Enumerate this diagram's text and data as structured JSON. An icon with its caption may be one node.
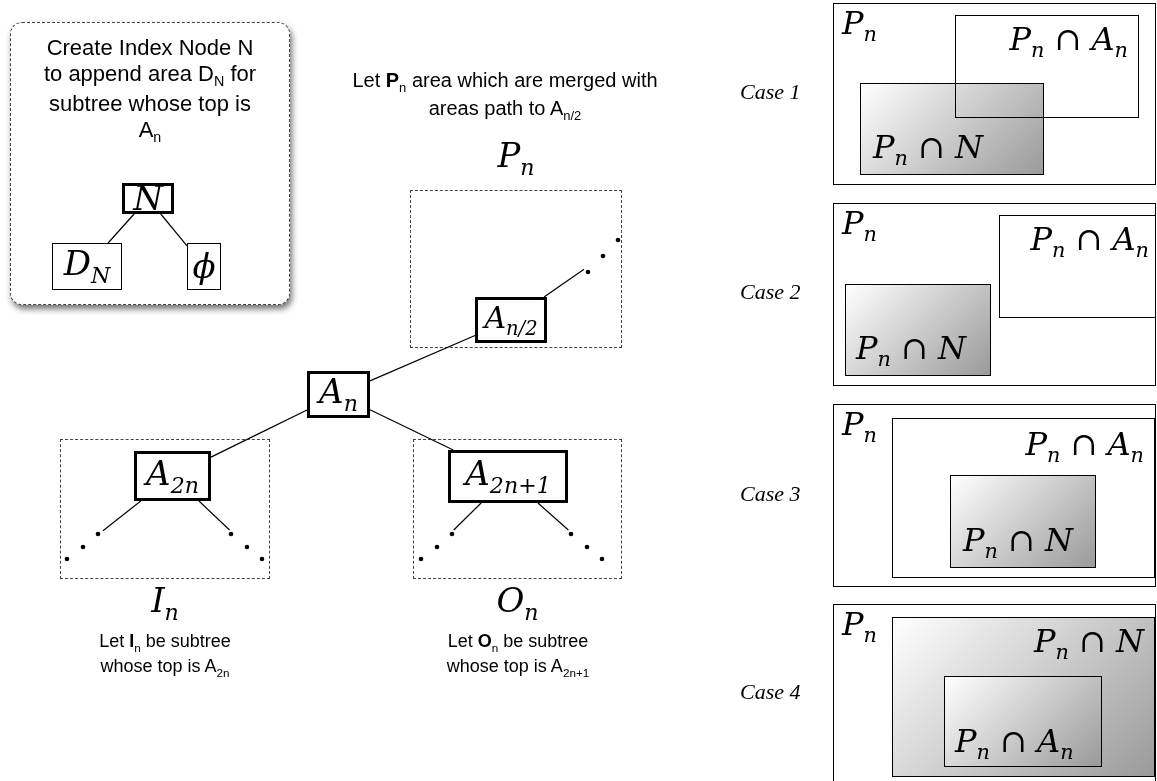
{
  "diagram": {
    "nodes": [
      {
        "text": [
          "Create Index Node N to append area D$_{N}$ for subtree whose top is A$_{n}$"
        ]
      },
      {
        "text": [
          "N"
        ],
        "in": 0
      },
      {
        "text": [
          "D$_{N}$"
        ],
        "in": 0
      },
      {
        "text": [
          "ϕ"
        ],
        "in": 0
      },
      {
        "text": [
          "P$_{n}$"
        ]
      },
      {
        "text": [
          "A$_{n/2}$"
        ],
        "in": 4
      },
      {
        "text": [
          "A$_{n}$"
        ]
      },
      {
        "text": [
          "I$_{n}$"
        ]
      },
      {
        "text": [
          "A$_{2n}$"
        ],
        "in": 7
      },
      {
        "text": [
          "O$_{n}$"
        ]
      },
      {
        "text": [
          "A$_{2n+1}$"
        ],
        "in": 9
      },
      {
        "text": [
          "P$_{n}$"
        ],
        "beside": [
          "Case 1"
        ]
      },
      {
        "text": [
          "P$_{n}$ ∩ A$_{n}$"
        ],
        "in": 11
      },
      {
        "text": [
          "P$_{n}$ ∩ N"
        ],
        "in": 11
      },
      {
        "text": [
          "P$_{n}$"
        ],
        "beside": [
          "Case 2"
        ]
      },
      {
        "text": [
          "P$_{n}$ ∩ A$_{n}$"
        ],
        "in": 14
      },
      {
        "text": [
          "P$_{n}$ ∩ N"
        ],
        "in": 14
      },
      {
        "text": [
          "P$_{n}$"
        ],
        "beside": [
          "Case 3"
        ]
      },
      {
        "text": [
          "P$_{n}$ ∩ A$_{n}$"
        ],
        "in": 17
      },
      {
        "text": [
          "P$_{n}$ ∩ N"
        ],
        "in": 18
      },
      {
        "text": [
          "P$_{n}$"
        ],
        "beside": [
          "Case 4"
        ]
      },
      {
        "text": [
          "P$_{n}$ ∩ N"
        ],
        "in": 20
      },
      {
        "text": [
          "P$_{n}$ ∩ A$_{n}$"
        ],
        "in": 21
      },
      {
        "text": [],
        "shape": "dots",
        "in": 4
      },
      {
        "text": [],
        "shape": "dots",
        "in": 7
      },
      {
        "text": [],
        "shape": "dots",
        "in": 7
      },
      {
        "text": [],
        "shape": "dots",
        "in": 9
      },
      {
        "text": [],
        "shape": "dots",
        "in": 9
      }
    ],
    "edges": [
      {
        "from": 1,
        "to": 2,
        "arrow": "none"
      },
      {
        "from": 1,
        "to": 3,
        "arrow": "none"
      },
      {
        "from": 5,
        "to": 23,
        "arrow": "none"
      },
      {
        "from": 5,
        "to": 6,
        "arrow": "none"
      },
      {
        "from": 6,
        "to": 8,
        "arrow": "none"
      },
      {
        "from": 6,
        "to": 10,
        "arrow": "none"
      },
      {
        "from": 8,
        "to": 24,
        "arrow": "none"
      },
      {
        "from": 8,
        "to": 25,
        "arrow": "none"
      },
      {
        "from": 10,
        "to": 26,
        "arrow": "none"
      },
      {
        "from": 10,
        "to": 27,
        "arrow": "none"
      }
    ],
    "labels": [
      "Let **P**$_{n}$ area which are merged with areas path to A$_{n/2}$",
      "Let **I**$_{n}$ be subtree whose top is A$_{2n}$",
      "Let **O**$_{n}$ be subtree whose top is A$_{2n+1}$"
    ]
  }
}
